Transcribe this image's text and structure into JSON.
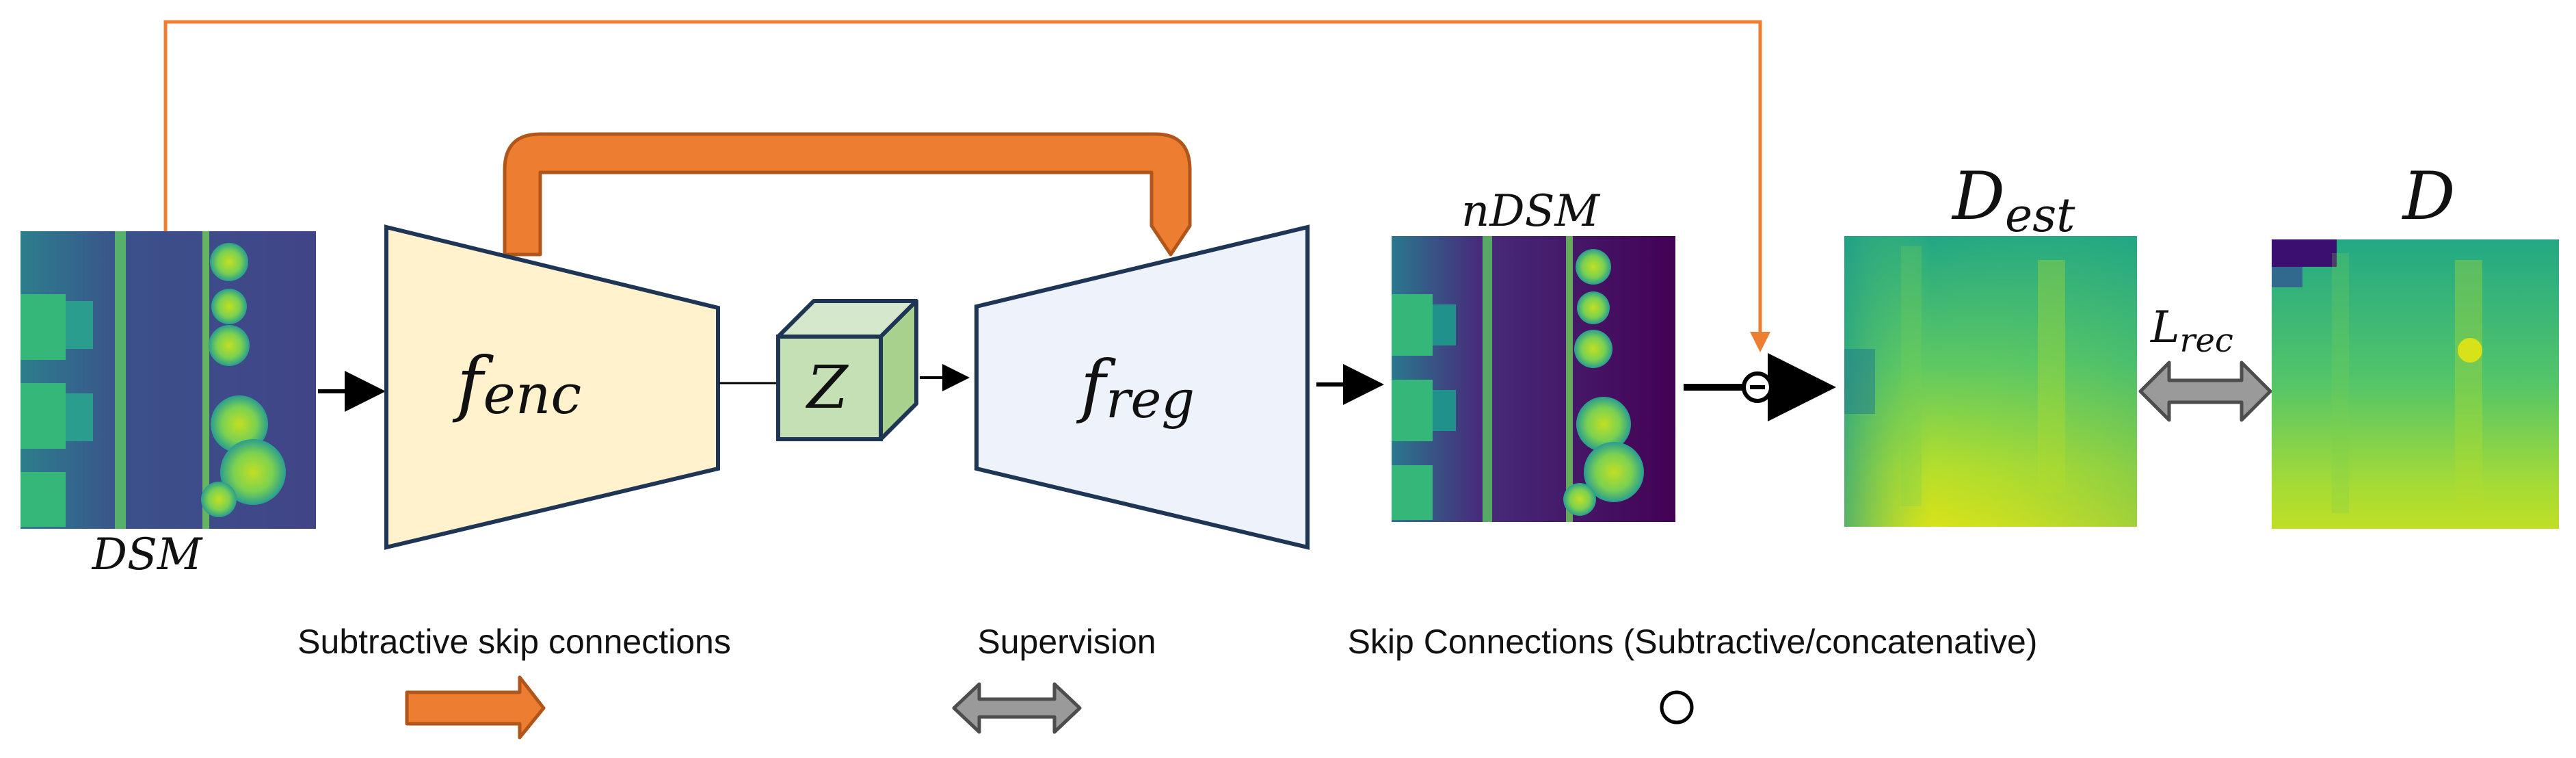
{
  "colors": {
    "orange": "#ED7D31",
    "orange_border": "#B0561A",
    "gray_arrow": "#9a9a9a",
    "encoder_fill": "#FFF2CC",
    "decoder_fill": "#EEF3FB",
    "block_stroke": "#1F3556",
    "latent_front": "#C5E0B4",
    "latent_side": "#A9D18E",
    "latent_top": "#D5E8CC"
  },
  "inputs": {
    "dsm_label": "DSM"
  },
  "encoder": {
    "f": "f",
    "sub": "enc"
  },
  "latent": {
    "label": "Z"
  },
  "decoder": {
    "f": "f",
    "sub": "reg"
  },
  "ndsm": {
    "label": "nDSM"
  },
  "subtract_op": {
    "symbol": "−"
  },
  "estimate": {
    "main": "D",
    "sub": "est"
  },
  "loss": {
    "main": "L",
    "sub": "rec"
  },
  "ground_truth": {
    "label": "D"
  },
  "legend": {
    "subtractive_skip": "Subtractive skip connections",
    "supervision": "Supervision",
    "skip_connections": "Skip Connections (Subtractive/concatenative)"
  }
}
